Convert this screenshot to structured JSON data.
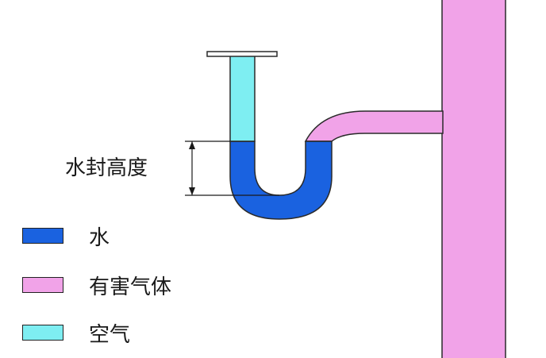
{
  "diagram": {
    "annotation": "水封高度"
  },
  "legend": [
    {
      "label": "水",
      "color": "#1a62e0"
    },
    {
      "label": "有害气体",
      "color": "#f1a3e8"
    },
    {
      "label": "空气",
      "color": "#7eeef2"
    }
  ],
  "colors": {
    "water": "#1a62e0",
    "gas": "#f1a3e8",
    "air": "#7eeef2",
    "outline": "#2a2a2a"
  }
}
